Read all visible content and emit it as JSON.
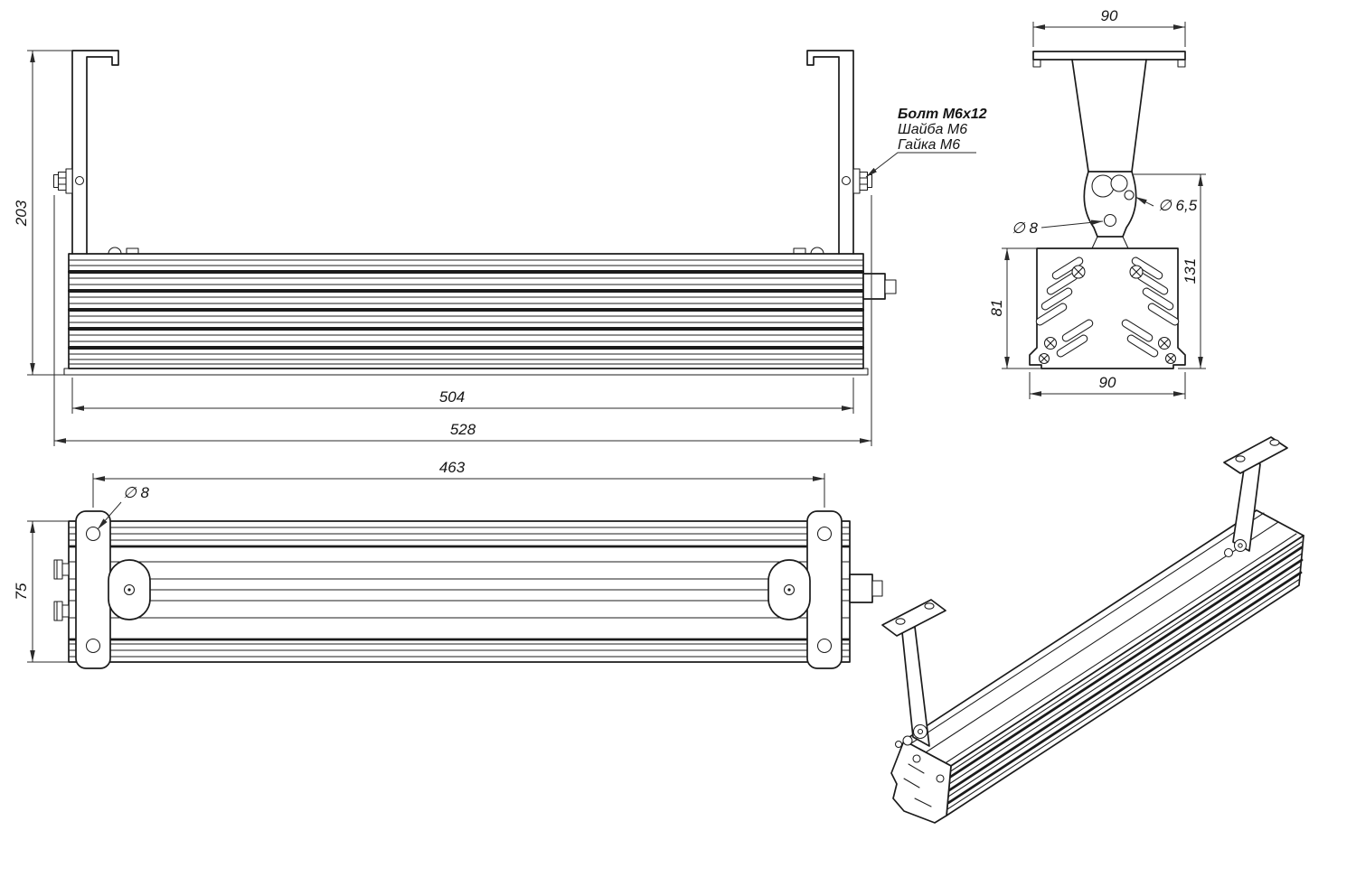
{
  "colors": {
    "ink": "#1b1b1b",
    "background": "#ffffff"
  },
  "note": {
    "line1": "Болт М6х12",
    "line2": "Шайба М6",
    "line3": "Гайка М6"
  },
  "front": {
    "height": "203",
    "width_between_brackets": "504",
    "width_overall": "528"
  },
  "side": {
    "width_top": "90",
    "height_total": "131",
    "height_body": "81",
    "width_bottom": "90",
    "hole_small": "∅ 6,5",
    "hole_axis": "∅ 8"
  },
  "plan": {
    "mount_span": "463",
    "depth": "75",
    "hole": "∅ 8"
  }
}
